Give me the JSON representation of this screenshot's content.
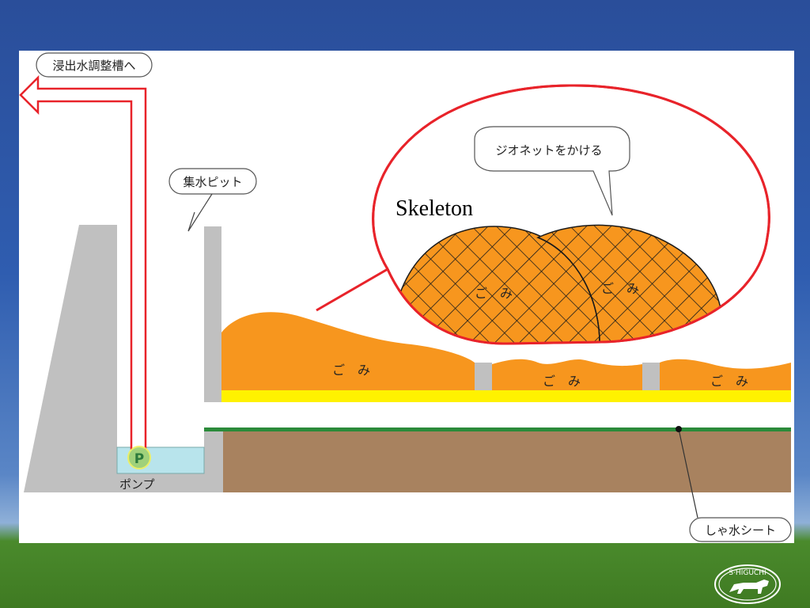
{
  "labels": {
    "leachate_tank": "浸出水調整槽へ",
    "collection_pit": "集水ピット",
    "geonet": "ジオネットをかける",
    "skeleton": "Skeleton",
    "pump": "ポンプ",
    "pump_symbol": "P",
    "liner_sheet": "しゃ水シート",
    "waste": "ご　み"
  },
  "logo": {
    "text": "S·HIGUCHI"
  },
  "colors": {
    "waste": "#f7961e",
    "gravel": "#fff200",
    "soil": "#a8825f",
    "liner": "#2b8a3a",
    "pipe": "#e8232a",
    "concrete": "#c0c0c0",
    "water": "#b8e4ec",
    "pump": "#9ed06f"
  }
}
